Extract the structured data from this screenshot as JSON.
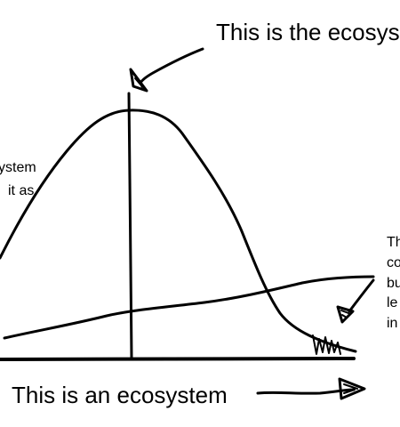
{
  "labels": {
    "top": "This is the ecosys",
    "left_line1": "ystem",
    "left_line2": "it as",
    "right_lines": [
      "Th",
      "co",
      "bu",
      "le",
      "in"
    ],
    "bottom": "This is an ecosystem"
  },
  "colors": {
    "ink": "#000000",
    "background": "#ffffff"
  }
}
